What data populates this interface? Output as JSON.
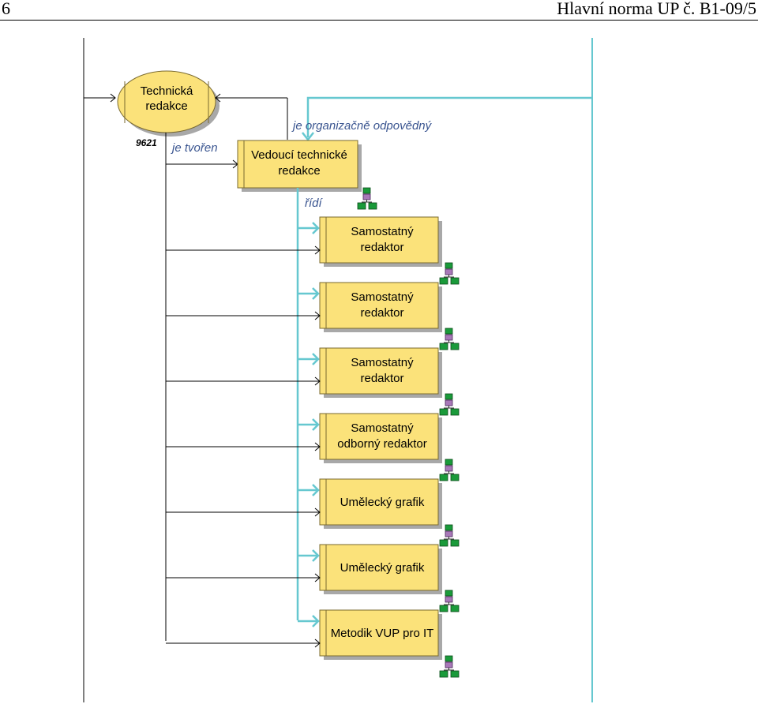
{
  "header": {
    "page_number": "6",
    "running_title": "Hlavní norma UP č. B1-09/5"
  },
  "diagram": {
    "unit": {
      "line1": "Technická",
      "line2": "redakce",
      "code": "9621"
    },
    "relations": {
      "formed_by": "je tvořen",
      "org_responsible": "je organizačně odpovědný",
      "manages": "řídí"
    },
    "manager": {
      "line1": "Vedoucí technické",
      "line2": "redakce"
    },
    "roles": [
      {
        "line1": "Samostatný",
        "line2": "redaktor"
      },
      {
        "line1": "Samostatný",
        "line2": "redaktor"
      },
      {
        "line1": "Samostatný",
        "line2": "redaktor"
      },
      {
        "line1": "Samostatný",
        "line2": "odborný redaktor"
      },
      {
        "line1": "Umělecký grafik",
        "line2": ""
      },
      {
        "line1": "Umělecký grafik",
        "line2": ""
      },
      {
        "line1": "Metodik VUP pro IT",
        "line2": ""
      }
    ],
    "colors": {
      "box_fill": "#fbe27a",
      "box_border": "#7a6a30",
      "shadow": "#a8a8a8",
      "connector_cyan": "#66c8d0",
      "line_black": "#000000",
      "org_icon_green": "#1a9a3a",
      "org_icon_purple": "#a878b8"
    }
  }
}
